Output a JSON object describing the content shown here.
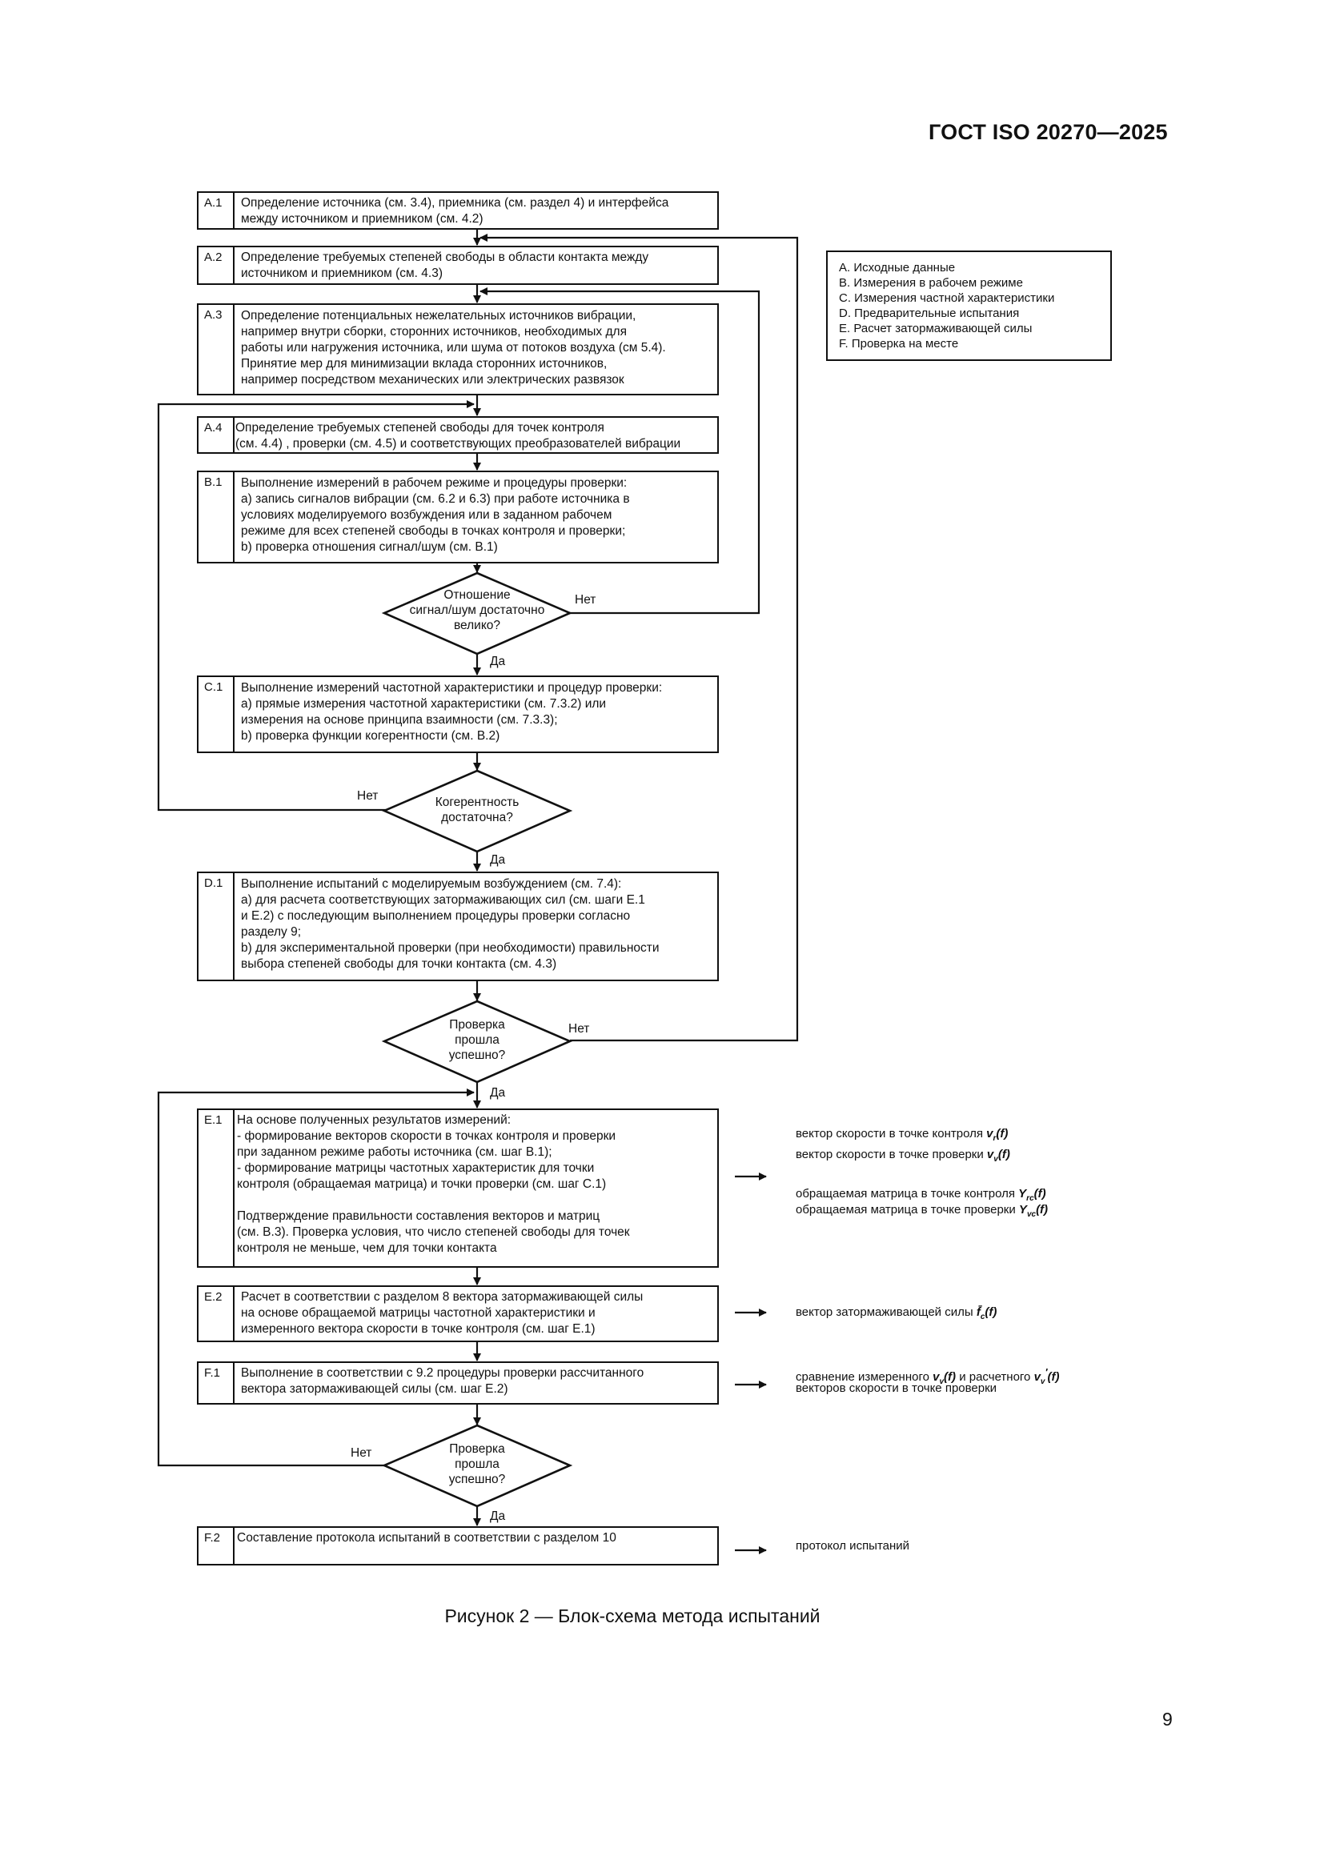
{
  "header": {
    "standard": "ГОСТ ISO 20270—2025"
  },
  "steps": {
    "a1": {
      "code": "A.1",
      "text": "Определение источника (см. 3.4), приемника (см. раздел 4) и интерфейса\nмежду источником и приемником (см. 4.2)"
    },
    "a2": {
      "code": "A.2",
      "text": "Определение требуемых степеней свободы в области контакта между\nисточником и приемником (см. 4.3)"
    },
    "a3": {
      "code": "A.3",
      "text": "Определение потенциальных нежелательных источников вибрации,\nнапример внутри сборки, сторонних источников, необходимых для\nработы или нагружения источника, или шума от потоков воздуха (см 5.4).\nПринятие мер для минимизации вклада сторонних источников,\nнапример посредством механических или электрических развязок"
    },
    "a4": {
      "code": "A.4",
      "text": "Определение требуемых степеней свободы для точек контроля\n(см. 4.4) , проверки (см. 4.5) и соответствующих преобразователей вибрации"
    },
    "b1": {
      "code": "B.1",
      "text": "Выполнение измерений в рабочем режиме и процедуры проверки:\na) запись сигналов вибрации (см. 6.2 и 6.3) при работе источника в\nусловиях моделируемого возбуждения или в заданном рабочем\nрежиме для всех степеней свободы в точках контроля и проверки;\nb) проверка отношения сигнал/шум (см. B.1)"
    },
    "c1": {
      "code": "C.1",
      "text": "Выполнение измерений частотной характеристики и процедур проверки:\na) прямые измерения частотной характеристики (см. 7.3.2) или\nизмерения на основе принципа взаимности (см. 7.3.3);\nb) проверка функции когерентности (см. B.2)"
    },
    "d1": {
      "code": "D.1",
      "text": "Выполнение испытаний с моделируемым возбуждением (см. 7.4):\na) для расчета соответствующих затормаживающих сил (см. шаги E.1\nи E.2) с последующим выполнением процедуры проверки согласно\nразделу 9;\nb) для экспериментальной проверки (при необходимости) правильности\nвыбора степеней свободы для точки контакта (см. 4.3)"
    },
    "e1": {
      "code": "E.1",
      "text": "На основе полученных результатов измерений:\n- формирование векторов скорости в точках контроля и проверки\nпри заданном режиме работы источника (см. шаг B.1);\n- формирование матрицы частотных характеристик для точки\nконтроля (обращаемая матрица) и точки проверки (см. шаг С.1)\n\nПодтверждение правильности составления векторов и матриц\n(см. B.3). Проверка условия, что число степеней свободы для точек\nконтроля не меньше, чем для точки контакта"
    },
    "e2": {
      "code": "E.2",
      "text": "Расчет в соответствии с разделом 8 вектора затормаживающей силы\nна основе обращаемой матрицы частотной характеристики и\nизмеренного вектора скорости в точке контроля (см. шаг E.1)"
    },
    "f1": {
      "code": "F.1",
      "text": "Выполнение в соответствии с 9.2 процедуры проверки рассчитанного\nвектора затормаживающей силы (см. шаг E.2)"
    },
    "f2": {
      "code": "F.2",
      "text": "Составление протокола испытаний в соответствии с разделом 10"
    }
  },
  "decisions": {
    "d_snr": {
      "text": "Отношение\nсигнал/шум достаточно\nвелико?",
      "no": "Нет",
      "yes": "Да"
    },
    "d_coh": {
      "text": "Когерентность\nдостаточна?",
      "no": "Нет",
      "yes": "Да"
    },
    "d_chk1": {
      "text": "Проверка\nпрошла\nуспешно?",
      "no": "Нет",
      "yes": "Да"
    },
    "d_chk2": {
      "text": "Проверка\nпрошла\nуспешно?",
      "no": "Нет",
      "yes": "Да"
    }
  },
  "legend": [
    "A. Исходные данные",
    "B. Измерения в рабочем режиме",
    "C. Измерения частной характеристики",
    "D. Предварительные испытания",
    "E. Расчет затормаживающей силы",
    "F. Проверка на месте"
  ],
  "outputs": {
    "e1_v_r": {
      "text": "вектор скорости в точке контроля",
      "sym": "v",
      "sub": "r",
      "arg": "(f)"
    },
    "e1_v_v": {
      "text": "вектор скорости в точке проверки",
      "sym": "v",
      "sub": "v",
      "arg": "(f)"
    },
    "e1_y_rc": {
      "text": "обращаемая матрица в точке контроля",
      "sym": "Y",
      "sub": "rc",
      "arg": "(f)"
    },
    "e1_y_vc": {
      "text": "обращаемая матрица в точке проверки",
      "sym": "Y",
      "sub": "vc",
      "arg": "(f)"
    },
    "e2_f": {
      "text": "вектор затормаживающей силы",
      "sym": "f̄",
      "sub": "c",
      "arg": "(f)"
    },
    "f1_cmp1": {
      "text": "сравнение измеренного",
      "sym": "v",
      "sub": "v",
      "arg": "(f)",
      "mid": " и расчетного ",
      "sym2": "v",
      "sub2": "v",
      "sup2": "′",
      "arg2": "(f)"
    },
    "f1_cmp2": {
      "text": "векторов скорости в точке проверки"
    },
    "f2_out": {
      "text": "протокол испытаний"
    }
  },
  "caption": "Рисунок 2 — Блок-схема метода испытаний",
  "page_number": "9"
}
